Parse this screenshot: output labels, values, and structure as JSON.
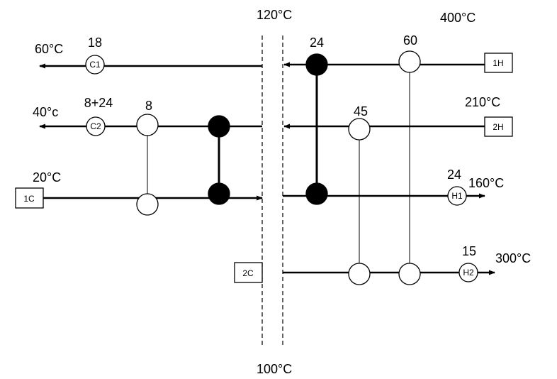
{
  "pinch": {
    "top_label": "120°C",
    "bottom_label": "100°C"
  },
  "streams": {
    "h1": {
      "box": "1H",
      "inlet_temp": "400°C",
      "cooler": "C1",
      "cooler_duty": "18",
      "outlet_temp": "60°C"
    },
    "h2": {
      "box": "2H",
      "inlet_temp": "210°C",
      "cooler": "C2",
      "cooler_duty": "8+24",
      "outlet_temp": "40°c"
    },
    "c1": {
      "box": "1C",
      "inlet_temp": "20°C",
      "heater": "H1",
      "heater_duty": "24",
      "outlet_temp": "160°C"
    },
    "c2": {
      "box": "2C",
      "heater": "H2",
      "heater_duty": "15",
      "outlet_temp": "300°C"
    }
  },
  "exchangers": {
    "hx_24_above": "24",
    "hx_60": "60",
    "hx_45": "45",
    "hx_8": "8"
  }
}
